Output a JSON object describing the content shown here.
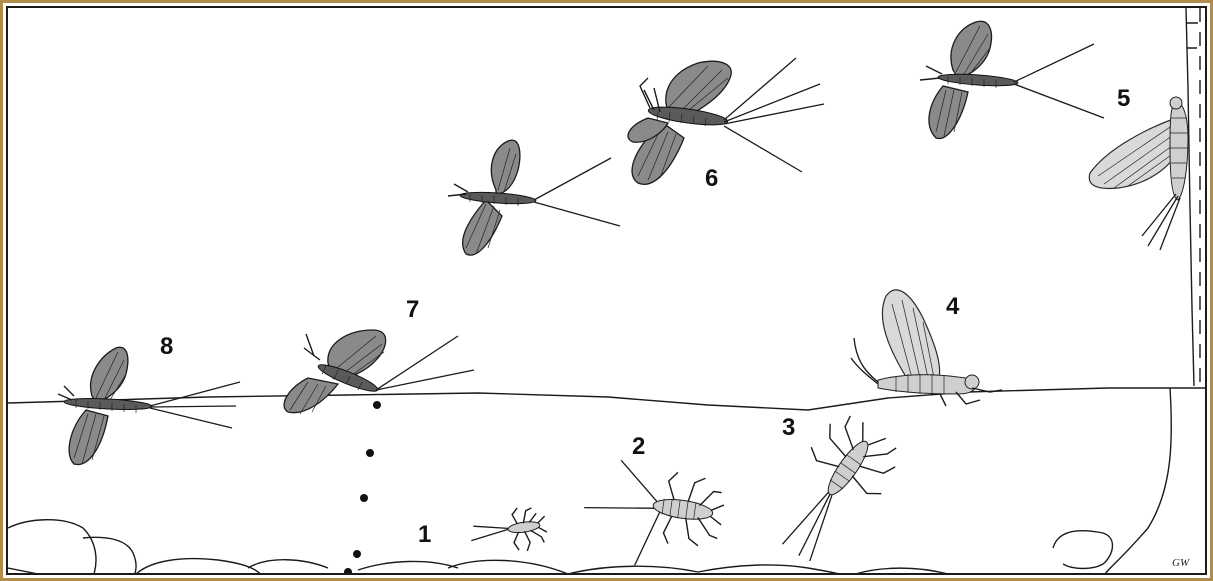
{
  "diagram": {
    "stage_labels": [
      "1",
      "2",
      "3",
      "4",
      "5",
      "6",
      "7",
      "8"
    ],
    "signature": "GW",
    "colors": {
      "frame": "#b08d4a",
      "ink": "#1b1b1b",
      "wing_dark": "#8a8a8a",
      "wing_light": "#d9d9d9"
    }
  }
}
